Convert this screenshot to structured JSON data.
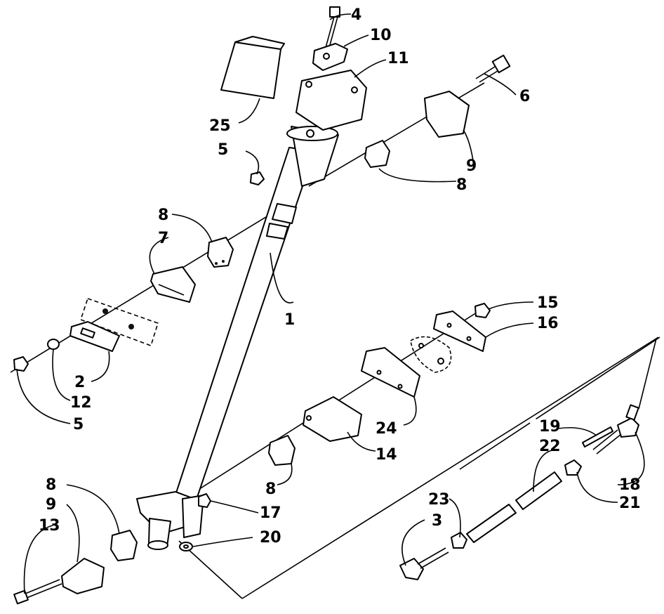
{
  "labels": {
    "l1": "1",
    "l2": "2",
    "l3": "3",
    "l4": "4",
    "l5a": "5",
    "l5b": "5",
    "l6": "6",
    "l7": "7",
    "l8a": "8",
    "l8b": "8",
    "l8c": "8",
    "l8d": "8",
    "l9a": "9",
    "l9b": "9",
    "l10": "10",
    "l11": "11",
    "l12": "12",
    "l13": "13",
    "l14": "14",
    "l15": "15",
    "l16": "16",
    "l17": "17",
    "l18": "18",
    "l19": "19",
    "l20": "20",
    "l21": "21",
    "l22": "22",
    "l23": "23",
    "l24": "24",
    "l25": "25"
  },
  "colors": {
    "ink": "#000000",
    "paper": "#ffffff"
  }
}
